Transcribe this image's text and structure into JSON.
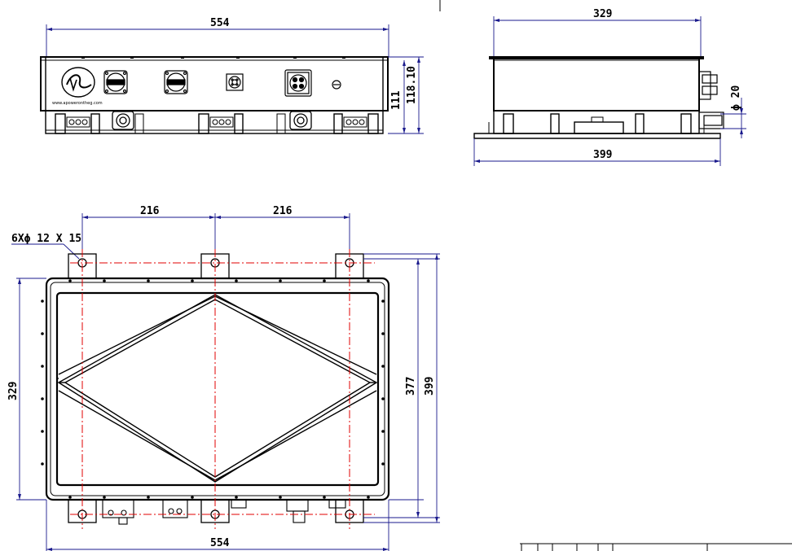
{
  "dimensions": {
    "front_width": "554",
    "front_height_a": "111",
    "front_height_b": "118.10",
    "side_width_top": "329",
    "side_width_bottom": "399",
    "connector_diameter": "ϕ 20",
    "hole_spacing_left": "216",
    "hole_spacing_right": "216",
    "hole_callout": "6Xϕ 12 X 15",
    "plan_height_left": "329",
    "plan_height_inner": "377",
    "plan_height_outer": "399",
    "plan_width_bottom": "554"
  },
  "logo": {
    "url_text": "www.apowerontheg.com"
  }
}
